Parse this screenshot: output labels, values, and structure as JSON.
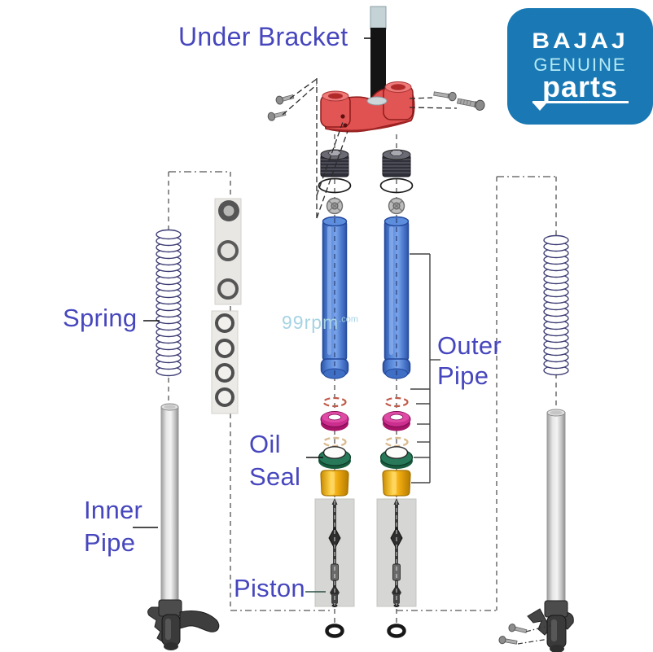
{
  "page": {
    "background": "#ffffff"
  },
  "logo": {
    "brand": "BAJAJ",
    "genuine": "GENUINE",
    "parts": "parts",
    "bg_color": "#1a79b4",
    "brand_color": "#ffffff",
    "genuine_color": "#b5e9f5"
  },
  "watermark": {
    "name": "99rpm",
    "tld": ".com",
    "color": "#a6d3e3"
  },
  "labels": {
    "color": "#4646be",
    "under_bracket": "Under Bracket",
    "spring": "Spring",
    "outer_pipe": [
      "Outer",
      "Pipe"
    ],
    "oil_seal": [
      "Oil",
      "Seal"
    ],
    "inner_pipe": [
      "Inner",
      "Pipe"
    ],
    "piston": "Piston"
  },
  "diagram": {
    "type": "exploded-parts-diagram",
    "subject": "motorcycle front fork assembly",
    "part_colors": {
      "under_bracket_red": "#e25252",
      "steering_stem_black": "#141414",
      "outer_pipe_blue": "#4a7fd0",
      "spring_coil": "#3c3c74",
      "inner_pipe_silver": "#d9d9d9",
      "oil_seal_green": "#27795a",
      "seal_ring_magenta": "#cb2e8e",
      "bush_gold": "#f0ab10",
      "circlip_red": "#c05a4a",
      "circlip_tan": "#d9bb90"
    }
  }
}
